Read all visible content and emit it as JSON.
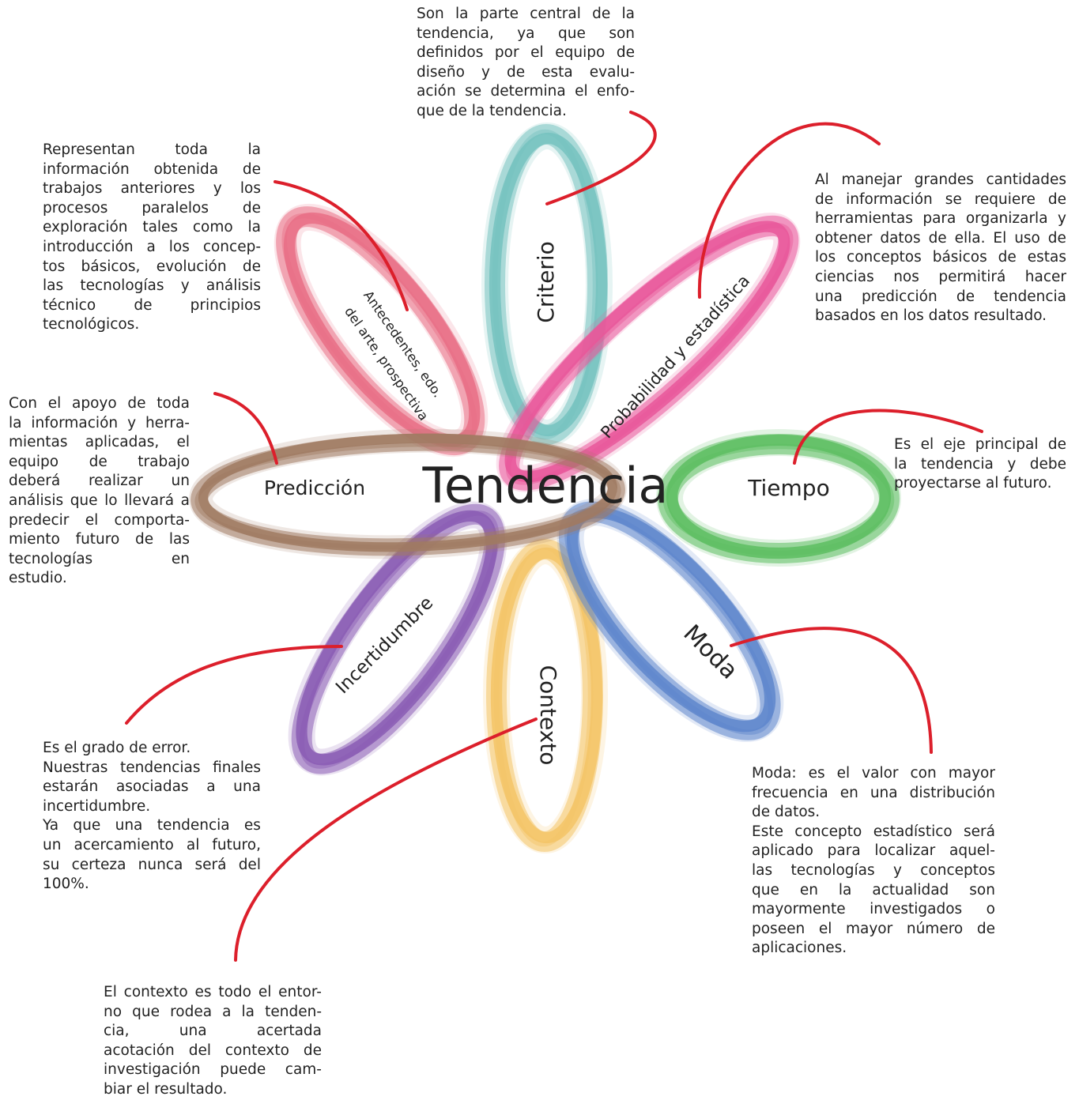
{
  "diagram": {
    "center": {
      "label": "Tendencia"
    },
    "petals": [
      {
        "id": "criterio",
        "label": "Criterio",
        "color": "#76c2bf"
      },
      {
        "id": "probabilidad",
        "label": "Probabilidad y estadística",
        "color": "#e9579a"
      },
      {
        "id": "tiempo",
        "label": "Tiempo",
        "color": "#5dbe62"
      },
      {
        "id": "moda",
        "label": "Moda",
        "color": "#5e86cc"
      },
      {
        "id": "contexto",
        "label": "Contexto",
        "color": "#f4c466"
      },
      {
        "id": "incertidumbre",
        "label": "Incertidumbre",
        "color": "#8a5cb4"
      },
      {
        "id": "prediccion",
        "label": "Predicción",
        "color": "#a07a62"
      },
      {
        "id": "antecedentes",
        "label_line1": "Antecedentes, edo.",
        "label_line2": "del arte, prospectiva",
        "color": "#e96f85"
      }
    ],
    "connector_color": "#dc1f2b"
  },
  "descriptions": {
    "criterio": [
      "Son la parte central de la",
      "tendencia, ya que son",
      "definidos por el equipo de",
      "diseño y de esta evalu-",
      "ación se determina el enfo-",
      "que de la tendencia."
    ],
    "antecedentes": [
      "Representan toda la",
      "información obtenida de",
      "trabajos anteriores y los",
      "procesos paralelos de",
      "exploración tales como la",
      "introducción a los concep-",
      "tos básicos, evolución de",
      "las tecnologías y análisis",
      "técnico de principios",
      "tecnológicos."
    ],
    "probabilidad": [
      "Al manejar grandes cantidades",
      "de información se requiere de",
      "herramientas para organizarla y",
      "obtener datos de ella. El uso de",
      "los conceptos básicos de estas",
      "ciencias nos permitirá hacer",
      "una predicción de tendencia",
      "basados en los datos resultado."
    ],
    "prediccion": [
      "Con el apoyo de toda",
      "la información y herra-",
      "mientas aplicadas, el",
      "equipo de trabajo",
      "deberá realizar un",
      "análisis que lo llevará a",
      "predecir el comporta-",
      "miento futuro de las",
      "tecnologías en",
      "estudio."
    ],
    "tiempo": [
      "Es el eje principal de",
      "la tendencia y debe",
      "proyectarse al futuro."
    ],
    "incertidumbre": [
      "Es el grado de error.",
      "Nuestras tendencias finales",
      "estarán asociadas a una",
      "incertidumbre.",
      "Ya que una tendencia es",
      "un acercamiento al futuro,",
      "su certeza nunca será del",
      "100%."
    ],
    "moda": [
      "Moda: es el valor con mayor",
      "frecuencia en una distribución",
      "de datos.",
      "Este concepto estadístico será",
      "aplicado para localizar aquel-",
      "las tecnologías y conceptos",
      "que en la actualidad son",
      "mayormente investigados o",
      "poseen el mayor número de",
      "aplicaciones."
    ],
    "contexto": [
      "El contexto es todo el entor-",
      "no que rodea a la tenden-",
      "cia, una acertada",
      "acotación del contexto de",
      "investigación puede cam-",
      "biar el resultado."
    ]
  }
}
